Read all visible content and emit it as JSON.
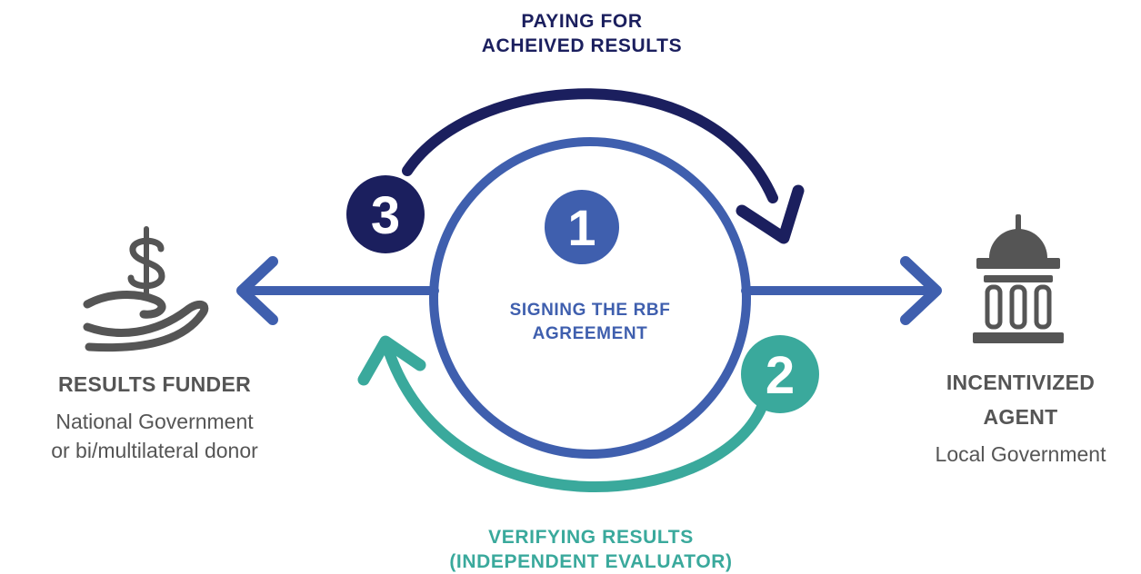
{
  "steps": {
    "signing": {
      "number": "1",
      "label_line1": "SIGNING THE RBF",
      "label_line2": "AGREEMENT"
    },
    "verifying": {
      "number": "2",
      "label_line1": "VERIFYING RESULTS",
      "label_line2": "(INDEPENDENT EVALUATOR)"
    },
    "paying": {
      "number": "3",
      "label_line1": "PAYING FOR",
      "label_line2": "ACHEIVED RESULTS"
    }
  },
  "funder": {
    "title": "RESULTS FUNDER",
    "subtitle_line1": "National Government",
    "subtitle_line2": "or bi/multilateral donor",
    "icon": "hand-dollar-icon"
  },
  "agent": {
    "title_line1": "INCENTIVIZED",
    "title_line2": "AGENT",
    "subtitle": "Local Government",
    "icon": "government-building-icon"
  },
  "colors": {
    "blue": "#3f5fae",
    "navy": "#1b1f5e",
    "teal": "#3aa99c",
    "icon_gray": "#555555"
  }
}
